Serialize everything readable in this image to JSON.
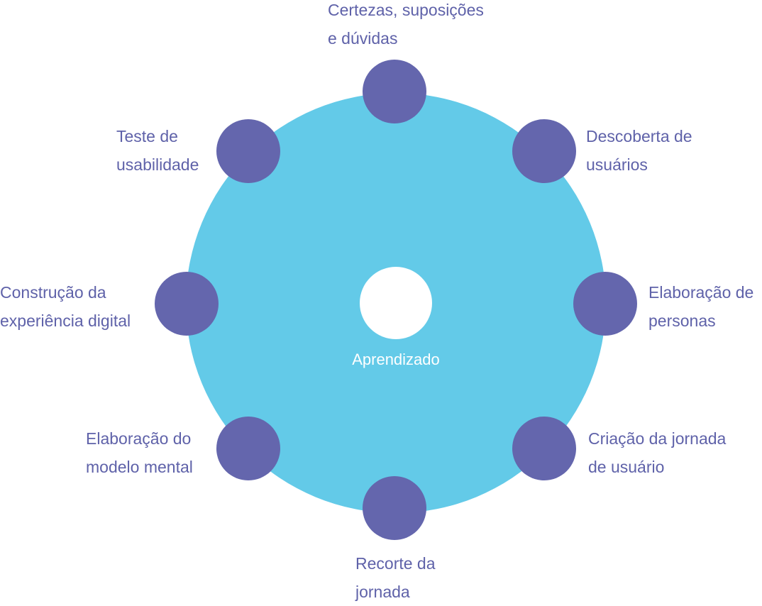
{
  "diagram": {
    "center_label": "Aprendizado",
    "colors": {
      "outer_circle": "#63CAE8",
      "node": "#6466AD",
      "label_text": "#5F62A9",
      "center_text": "#FFFFFF"
    },
    "stages": [
      {
        "line1": "Certezas, suposições",
        "line2": "e dúvidas"
      },
      {
        "line1": "Descoberta de",
        "line2": "usuários"
      },
      {
        "line1": "Elaboração de",
        "line2": "personas"
      },
      {
        "line1": "Criação da jornada",
        "line2": "de usuário"
      },
      {
        "line1": "Recorte da",
        "line2": "jornada"
      },
      {
        "line1": "Elaboração do",
        "line2": "modelo mental"
      },
      {
        "line1": "Construção da",
        "line2": "experiência digital"
      },
      {
        "line1": "Teste de",
        "line2": "usabilidade"
      }
    ]
  }
}
